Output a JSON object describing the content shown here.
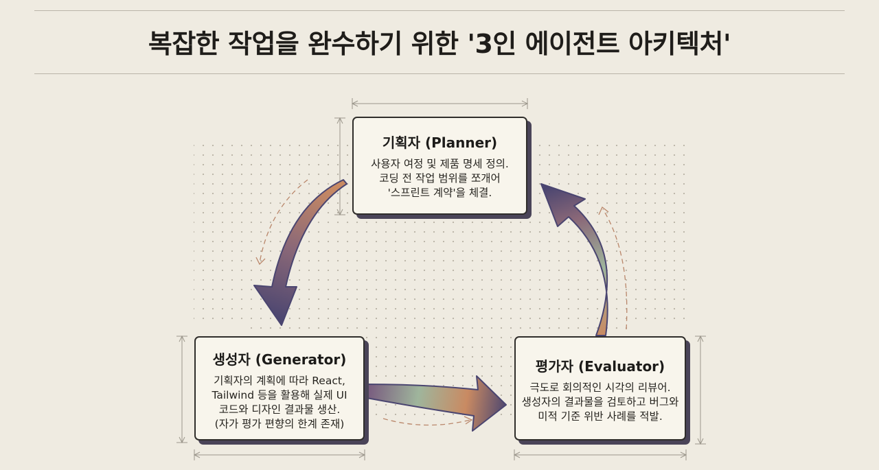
{
  "title": "복잡한 작업을 완수하기 위한 '3인 에이전트 아키텍처'",
  "nodes": {
    "planner": {
      "title": "기획자 (Planner)",
      "lines": [
        "사용자 여정 및 제품 명세 정의.",
        "코딩 전 작업 범위를 쪼개어",
        "'스프린트 계약'을 체결."
      ]
    },
    "generator": {
      "title": "생성자 (Generator)",
      "lines": [
        "기획자의 계획에 따라 React,",
        "Tailwind 등을 활용해 실제 UI",
        "코드와 디자인 결과물 생산.",
        "(자가 평가 편향의 한계 존재)"
      ]
    },
    "evaluator": {
      "title": "평가자 (Evaluator)",
      "lines": [
        "극도로 회의적인 시각의 리뷰어.",
        "생성자의 결과물을 검토하고 버그와",
        "미적 기준 위반 사례를 적발."
      ]
    }
  },
  "colors": {
    "background": "#efebe1",
    "arrow_dark": "#4a4570",
    "arrow_mauve": "#8a6878",
    "arrow_orange": "#c98a62",
    "arrow_sage": "#9fb59c",
    "card_shadow": "#4a4458"
  }
}
